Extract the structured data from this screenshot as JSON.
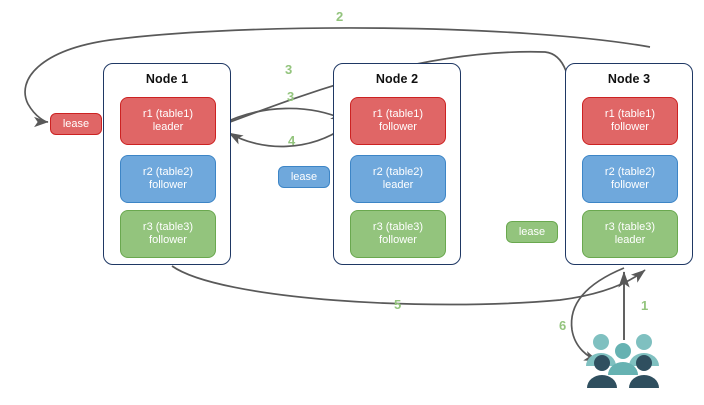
{
  "diagram": {
    "title": "",
    "colors": {
      "red": "#e06666",
      "red_border": "#cc2222",
      "blue": "#6fa8dc",
      "blue_border": "#3d85c6",
      "green": "#93c47d",
      "green_border": "#6aa84f",
      "node_border": "#1f3864",
      "arrow": "#595959",
      "label": "#93c47d",
      "people_light": "#7fc0c0",
      "people_dark": "#2f4f5f"
    }
  },
  "nodes": [
    {
      "title": "Node 1",
      "replicas": [
        {
          "name": "r1 (table1)",
          "role": "leader",
          "color": "red"
        },
        {
          "name": "r2 (table2)",
          "role": "follower",
          "color": "blue"
        },
        {
          "name": "r3 (table3)",
          "role": "follower",
          "color": "green"
        }
      ]
    },
    {
      "title": "Node 2",
      "replicas": [
        {
          "name": "r1 (table1)",
          "role": "follower",
          "color": "red"
        },
        {
          "name": "r2 (table2)",
          "role": "leader",
          "color": "blue"
        },
        {
          "name": "r3 (table3)",
          "role": "follower",
          "color": "green"
        }
      ]
    },
    {
      "title": "Node 3",
      "replicas": [
        {
          "name": "r1 (table1)",
          "role": "follower",
          "color": "red"
        },
        {
          "name": "r2 (table2)",
          "role": "follower",
          "color": "blue"
        },
        {
          "name": "r3 (table3)",
          "role": "leader",
          "color": "green"
        }
      ]
    }
  ],
  "leases": [
    {
      "label": "lease",
      "color": "red"
    },
    {
      "label": "lease",
      "color": "blue"
    },
    {
      "label": "lease",
      "color": "green"
    }
  ],
  "steps": [
    {
      "label": "1"
    },
    {
      "label": "2"
    },
    {
      "label": "3"
    },
    {
      "label": "3"
    },
    {
      "label": "4"
    },
    {
      "label": "5"
    },
    {
      "label": "6"
    }
  ],
  "people": {
    "name": "clients"
  }
}
